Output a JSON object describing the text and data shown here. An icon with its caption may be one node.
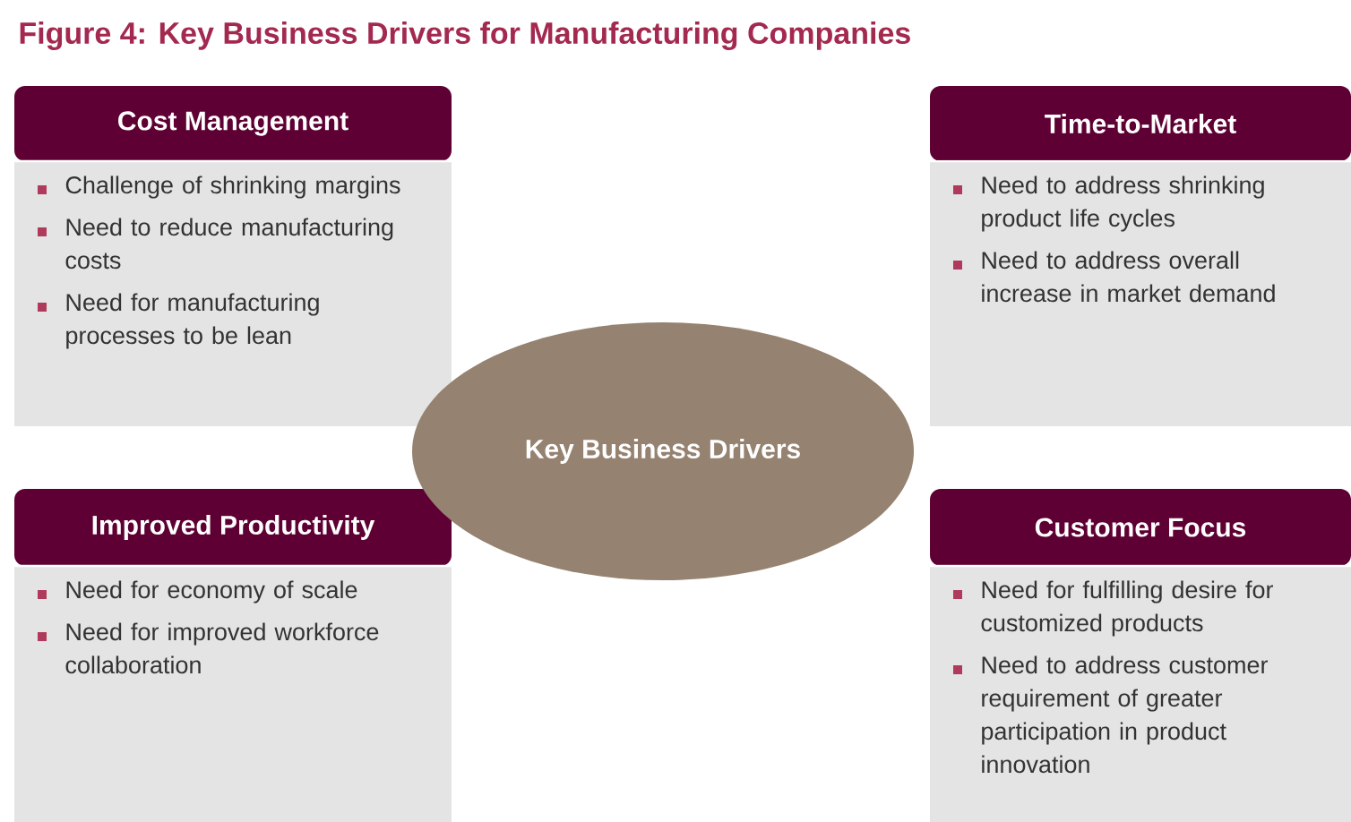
{
  "diagram": {
    "title": "Figure 4: Key Business Drivers for Manufacturing Companies",
    "nodes": [
      {
        "text": [
          "Cost Management",
          "Challenge of shrinking margins",
          "Need to reduce manufacturing costs",
          "Need for manufacturing processes to be lean"
        ]
      },
      {
        "text": [
          "Time-to-Market",
          "Need to address shrinking product life cycles",
          "Need to address overall increase in market demand"
        ]
      },
      {
        "text": [
          "Key Business Drivers"
        ]
      },
      {
        "text": [
          "Improved Productivity",
          "Need for economy of scale",
          "Need for improved workforce collaboration"
        ]
      },
      {
        "text": [
          "Customer Focus",
          "Need for fulfilling desire for customized products",
          "Need to address customer requirement of greater participation in product innovation"
        ]
      }
    ]
  }
}
